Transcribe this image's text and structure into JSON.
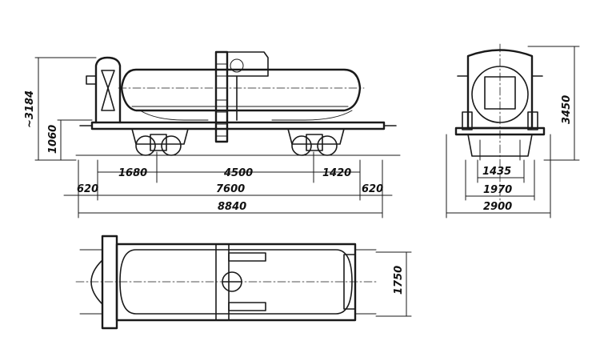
{
  "drawing": {
    "side_view": {
      "dims": {
        "height_total": "~3184",
        "frame_height": "1060",
        "bogie_left_offset": "1680",
        "bogie_spacing": "4500",
        "bogie_right_offset": "1420",
        "overhang_left": "620",
        "frame_length": "7600",
        "overhang_right": "620",
        "overall_length": "8840"
      }
    },
    "end_view": {
      "dims": {
        "height": "3450",
        "gauge": "1435",
        "wheel_base_width": "1970",
        "overall_width": "2900"
      }
    },
    "top_view": {
      "dims": {
        "width": "1750"
      }
    }
  }
}
